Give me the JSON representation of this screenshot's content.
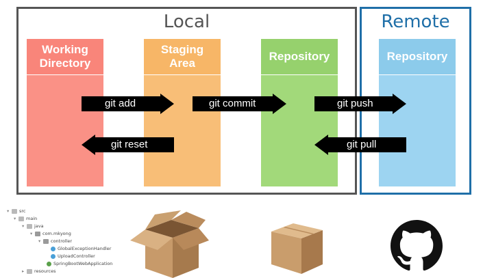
{
  "local": {
    "title": "Local"
  },
  "remote": {
    "title": "Remote"
  },
  "columns": [
    {
      "label": "Working\nDirectory",
      "head_color": "#f9857a",
      "body_color": "#fa9186"
    },
    {
      "label": "Staging\nArea",
      "head_color": "#f7b667",
      "body_color": "#f8be77"
    },
    {
      "label": "Repository",
      "head_color": "#96d16d",
      "body_color": "#a2d97a"
    },
    {
      "label": "Repository",
      "head_color": "#8ccbeb",
      "body_color": "#9dd4f1"
    }
  ],
  "commands": {
    "add": "git add",
    "commit": "git commit",
    "push": "git push",
    "reset": "git reset",
    "pull": "git pull"
  },
  "project_tree": [
    {
      "label": "src",
      "icon": "folder"
    },
    {
      "label": "main",
      "icon": "folder"
    },
    {
      "label": "java",
      "icon": "folder"
    },
    {
      "label": "com.mkyong",
      "icon": "package"
    },
    {
      "label": "controller",
      "icon": "package"
    },
    {
      "label": "GlobalExceptionHandler",
      "icon": "class"
    },
    {
      "label": "UploadController",
      "icon": "class"
    },
    {
      "label": "SpringBootWebApplication",
      "icon": "spring-class"
    },
    {
      "label": "resources",
      "icon": "folder"
    }
  ],
  "images": {
    "open_box": "open-cardboard-box",
    "closed_box": "closed-cardboard-box",
    "github": "github-octocat-logo"
  }
}
